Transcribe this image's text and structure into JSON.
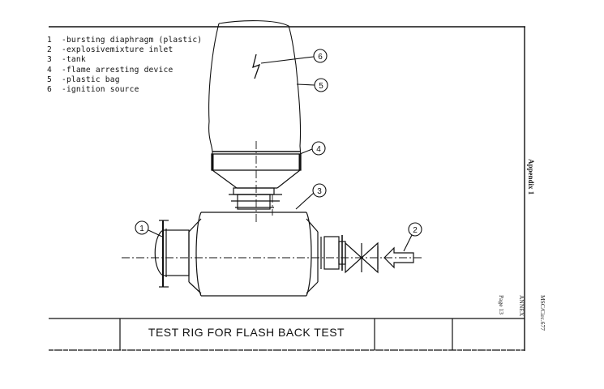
{
  "legend": {
    "items": [
      {
        "num": "1",
        "text": "-bursting diaphragm (plastic)"
      },
      {
        "num": "2",
        "text": "-explosivemixture inlet"
      },
      {
        "num": "3",
        "text": "-tank"
      },
      {
        "num": "4",
        "text": "-flame arresting device"
      },
      {
        "num": "5",
        "text": "-plastic bag"
      },
      {
        "num": "6",
        "text": "-ignition source"
      }
    ]
  },
  "callouts": [
    "1",
    "2",
    "3",
    "4",
    "5",
    "6"
  ],
  "title_block": {
    "title": "TEST RIG FOR FLASH BACK TEST"
  },
  "margin": {
    "appendix": "Appendix 1",
    "doc_ref_line1": "MSC/Circ.677",
    "doc_ref_line2": "ANNEX",
    "doc_ref_line3": "Page 13"
  },
  "colors": {
    "ink": "#111111",
    "paper": "#ffffff"
  }
}
